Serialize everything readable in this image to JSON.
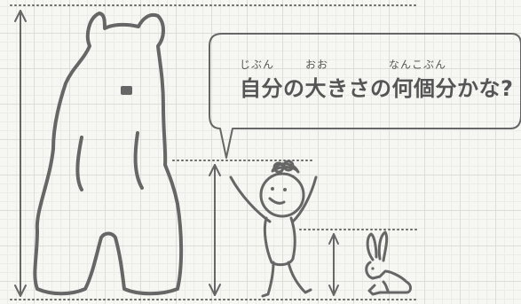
{
  "question": {
    "furigana": [
      "じぶん",
      "おお",
      "なんこぶん"
    ],
    "text": "自分の大きさの何個分かな?"
  },
  "colors": {
    "line": "#666666",
    "text": "#555555",
    "grid": "#dcdcd8",
    "background": "#f6f6f3"
  },
  "icons": [
    "bear-drawing",
    "child-drawing",
    "rabbit-drawing",
    "height-arrow",
    "speech-bubble"
  ]
}
